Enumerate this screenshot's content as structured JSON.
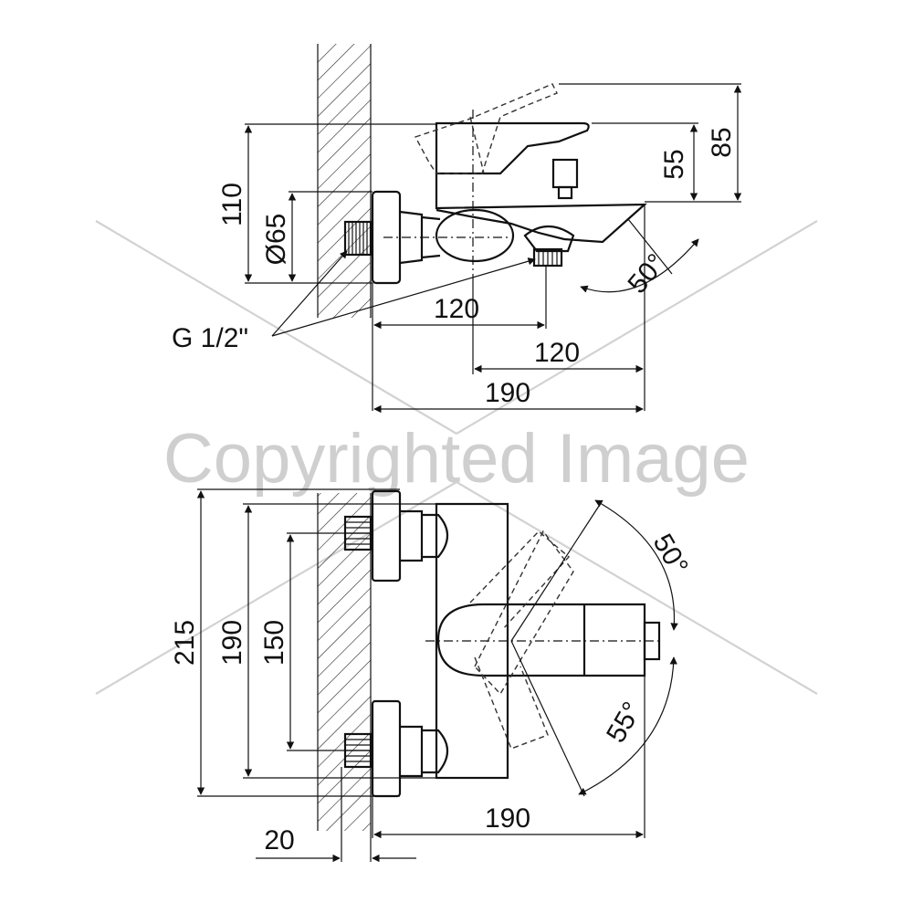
{
  "watermark": "Copyrighted Image",
  "side_view": {
    "dims": {
      "height_110": "110",
      "diameter_65": "Ø65",
      "height_55": "55",
      "height_85": "85",
      "angle_50": "50°",
      "len_120_a": "120",
      "len_120_b": "120",
      "len_190": "190"
    },
    "thread_label": "G 1/2\""
  },
  "top_view": {
    "dims": {
      "height_215": "215",
      "height_190": "190",
      "height_150": "150",
      "angle_50": "50°",
      "angle_55": "55°",
      "len_190": "190",
      "wall_20": "20"
    }
  }
}
